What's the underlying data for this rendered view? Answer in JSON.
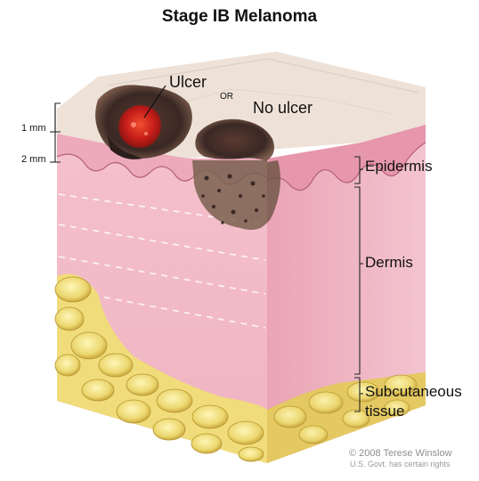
{
  "title": "Stage IB Melanoma",
  "labels": {
    "ulcer": "Ulcer",
    "or": "OR",
    "no_ulcer": "No ulcer",
    "depth_1mm": "1 mm",
    "depth_2mm": "2 mm",
    "epidermis": "Epidermis",
    "dermis": "Dermis",
    "subcutaneous_line1": "Subcutaneous",
    "subcutaneous_line2": "tissue"
  },
  "credit": {
    "copyright": "© 2008 Terese Winslow",
    "rights": "U.S. Govt. has certain rights"
  },
  "colors": {
    "epidermis": "#f2b6c4",
    "dermis_front": "#f4c3cd",
    "dermis_side": "#e9a3b5",
    "skin_top": "#f1e6dd",
    "fat": "#ead46a",
    "lesion_dark": "#3a2824",
    "ulcer_red": "#c81e1a"
  }
}
